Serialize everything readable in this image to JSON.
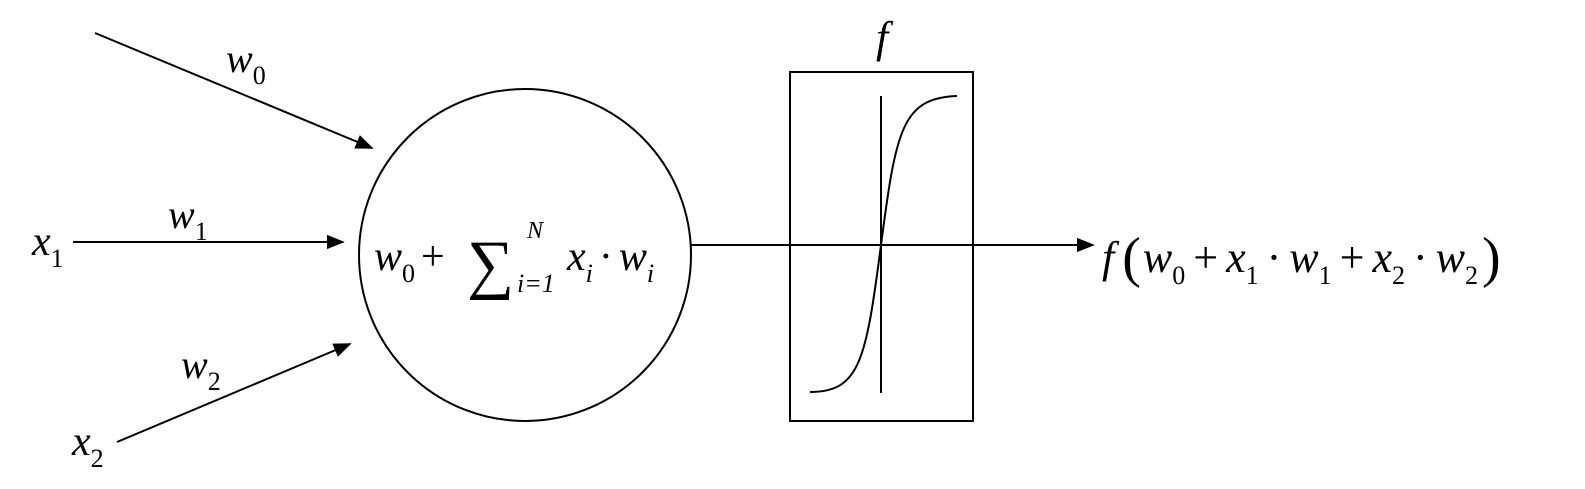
{
  "inputs": {
    "x1": {
      "var": "x",
      "sub": "1"
    },
    "x2": {
      "var": "x",
      "sub": "2"
    }
  },
  "weights": {
    "w0": {
      "var": "w",
      "sub": "0"
    },
    "w1": {
      "var": "w",
      "sub": "1"
    },
    "w2": {
      "var": "w",
      "sub": "2"
    }
  },
  "neuron": {
    "w": "w",
    "w_sub": "0",
    "plus": "+",
    "sum": "∑",
    "upper": "N",
    "lower": "i=1",
    "x": "x",
    "x_sub": "i",
    "dot": "·",
    "w2": "w",
    "w2_sub": "i"
  },
  "activation": {
    "label": "f"
  },
  "output": {
    "f": "f",
    "lparen": "(",
    "rparen": ")",
    "w0": "w",
    "w0_sub": "0",
    "plus1": "+",
    "x1": "x",
    "x1_sub": "1",
    "dot1": "·",
    "w1": "w",
    "w1_sub": "1",
    "plus2": "+",
    "x2": "x",
    "x2_sub": "2",
    "dot2": "·",
    "w2": "w",
    "w2_sub": "2"
  },
  "colors": {
    "stroke": "#000000",
    "background": "#ffffff"
  }
}
